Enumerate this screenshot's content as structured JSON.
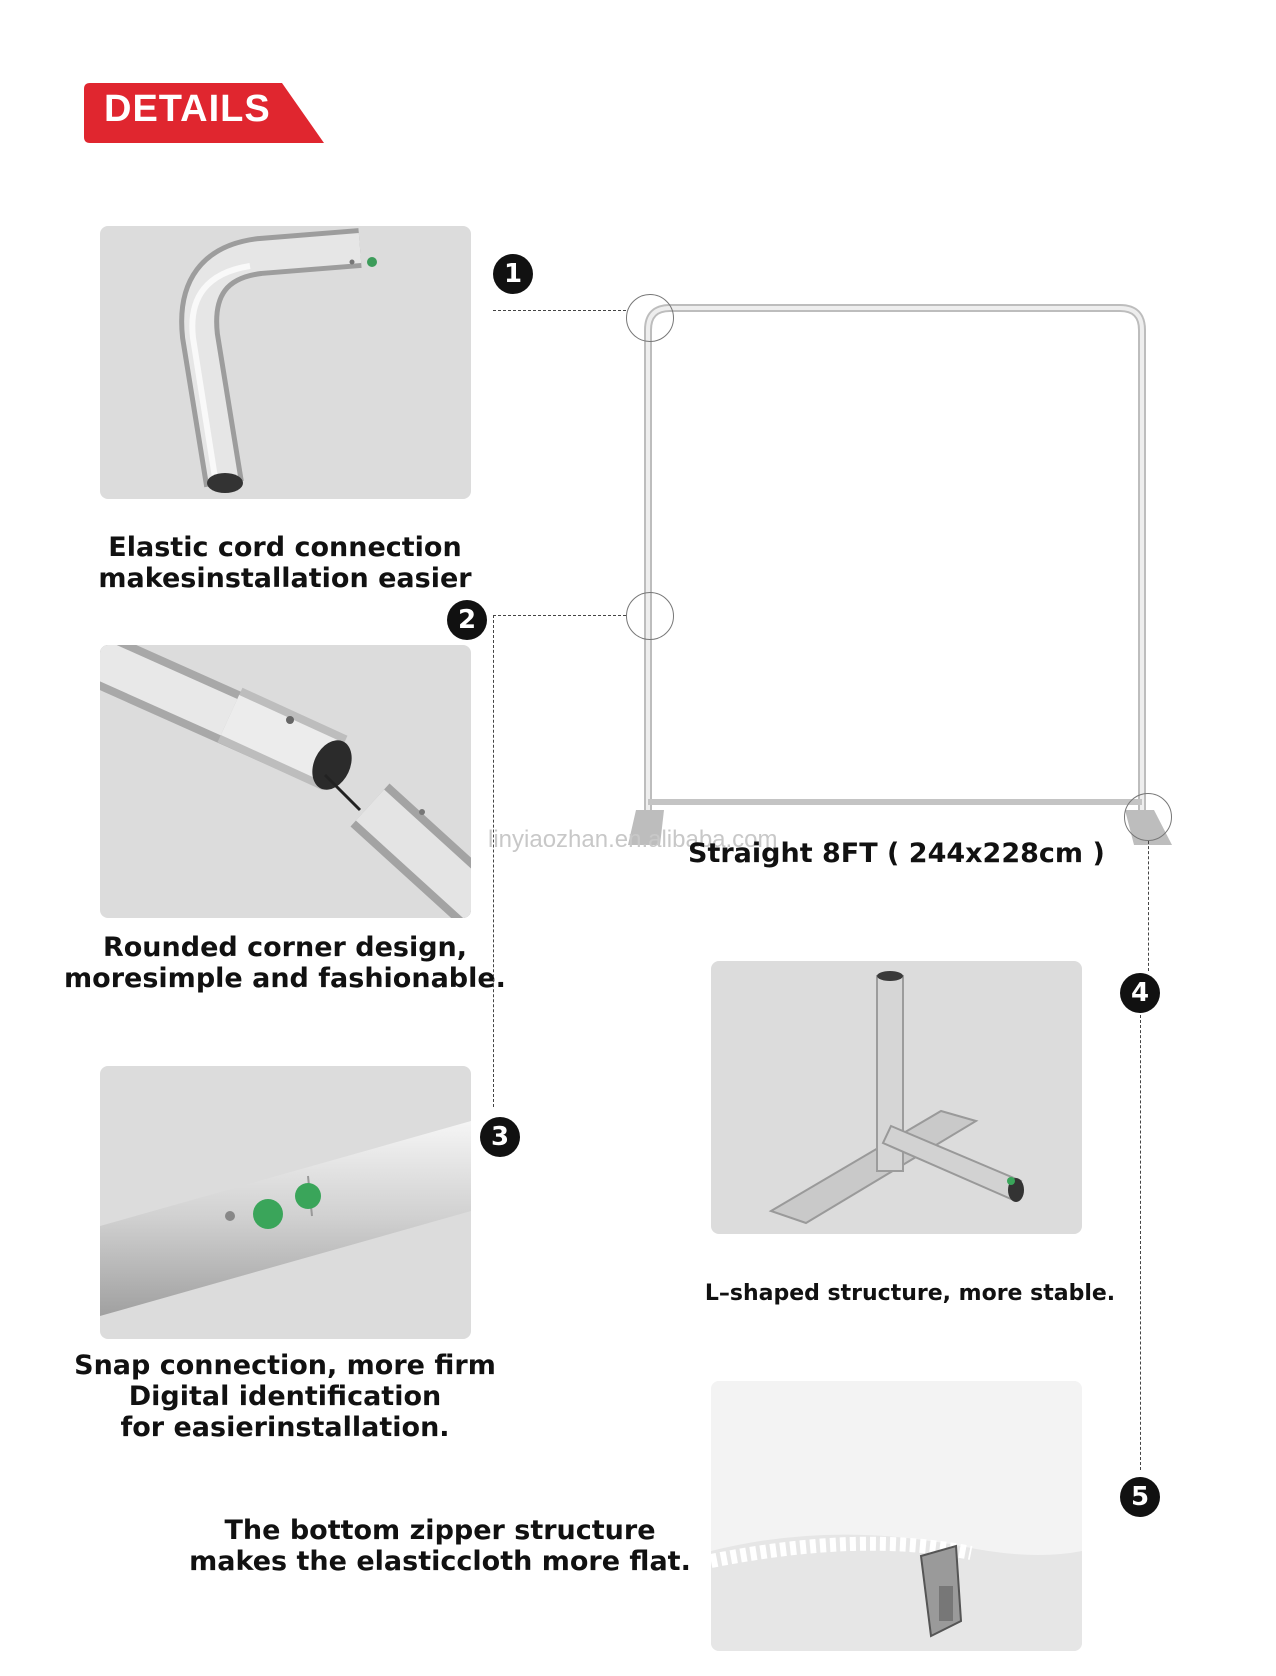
{
  "header": {
    "title": "DETAILS",
    "accent_color": "#e0262f"
  },
  "features": [
    {
      "number": "1",
      "caption_lines": [
        "Elastic cord connection",
        "makesinstallation easier"
      ],
      "image_icon": "curved-pole-icon"
    },
    {
      "number": "2",
      "caption_lines": [
        "Rounded corner design,",
        "moresimple and fashionable."
      ],
      "image_icon": "pole-joint-icon"
    },
    {
      "number": "3",
      "caption_lines": [
        "Snap connection, more firm",
        "Digital identification",
        "for easierinstallation."
      ],
      "image_icon": "snap-button-icon"
    },
    {
      "number": "4",
      "caption_lines": [
        "L–shaped structure, more stable."
      ],
      "image_icon": "l-foot-icon"
    },
    {
      "number": "5",
      "caption_lines": [
        "The bottom zipper structure",
        "makes the elasticcloth more flat."
      ],
      "image_icon": "zipper-icon"
    }
  ],
  "frame": {
    "title": "Straight 8FT ( 244x228cm )",
    "watermark": "linyiaozhan.en.alibaba.com"
  }
}
